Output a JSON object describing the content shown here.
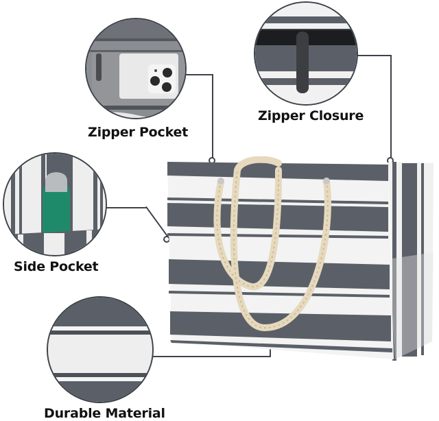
{
  "callouts": [
    {
      "id": "zipper-pocket",
      "label": "Zipper Pocket"
    },
    {
      "id": "zipper-closure",
      "label": "Zipper Closure"
    },
    {
      "id": "side-pocket",
      "label": "Side Pocket"
    },
    {
      "id": "durable-material",
      "label": "Durable Material"
    }
  ],
  "colors": {
    "stripe_dark": "#5b6068",
    "stripe_light": "#f2f2f2",
    "rope": "#e6d9bd",
    "line": "#3d4249",
    "bottle": "#1f8a6a"
  }
}
